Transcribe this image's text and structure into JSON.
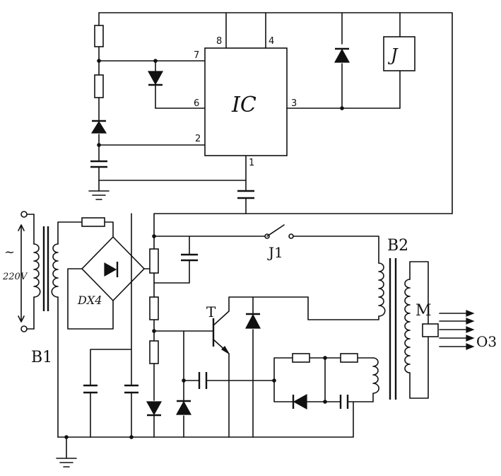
{
  "ic": {
    "label": "IC",
    "pins": {
      "p8": "8",
      "p4": "4",
      "p7": "7",
      "p6": "6",
      "p2": "2",
      "p3": "3",
      "p1": "1"
    }
  },
  "relay": {
    "label": "J",
    "contact_label": "J1"
  },
  "bridge": {
    "label": "DX4"
  },
  "mains": {
    "symbol": "~",
    "voltage": "220V"
  },
  "transformers": {
    "input": "B1",
    "output": "B2"
  },
  "transistor": {
    "label": "T"
  },
  "ozonizer": {
    "label": "M",
    "output": "O3"
  }
}
